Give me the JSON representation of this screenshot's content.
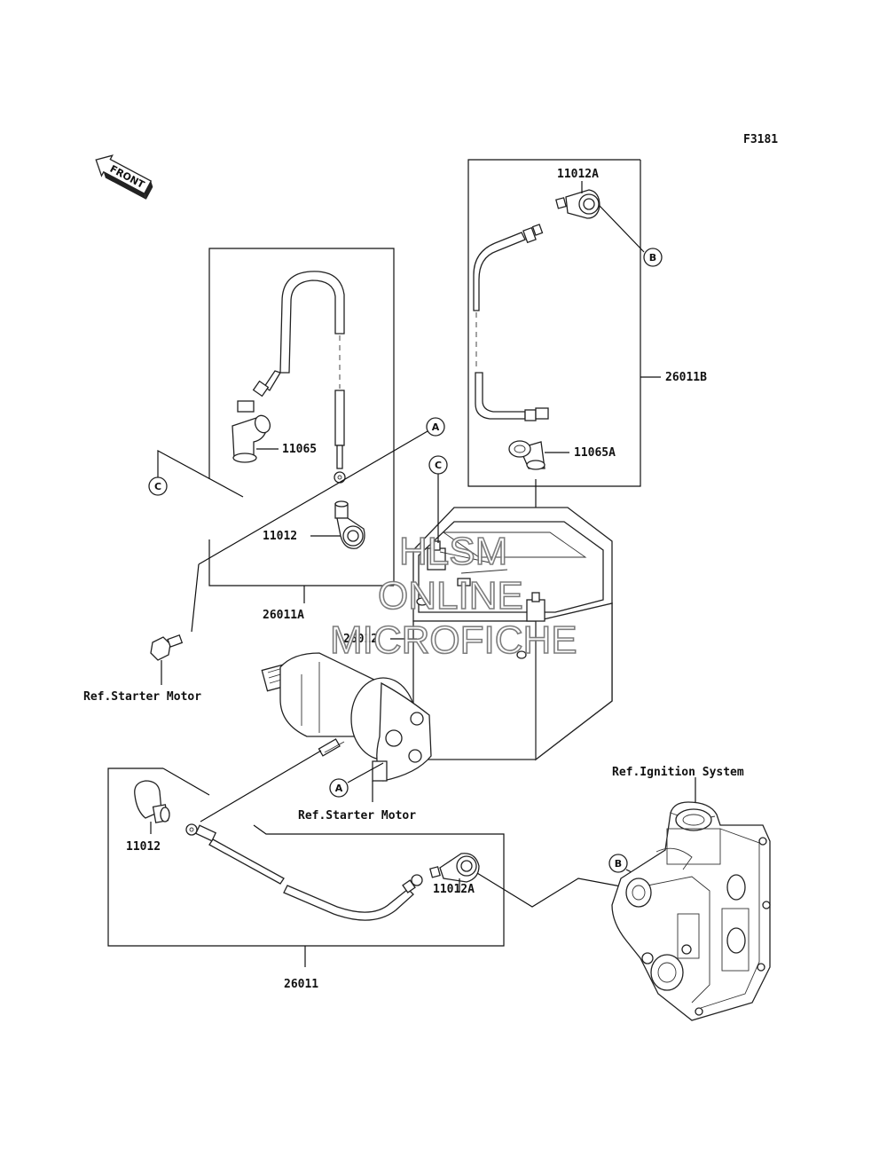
{
  "figure_code": "F3181",
  "front_label": "FRONT",
  "parts": {
    "p11012A_top": "11012A",
    "p26011B": "26011B",
    "p11065A": "11065A",
    "p11065": "11065",
    "p11012": "11012",
    "p26011A": "26011A",
    "p26012": "26012",
    "p11012_bottom": "11012",
    "p11012A_bottom": "11012A",
    "p26011": "26011"
  },
  "references": {
    "starter_motor_left": "Ref.Starter Motor",
    "starter_motor_center": "Ref.Starter Motor",
    "ignition_system": "Ref.Ignition System"
  },
  "callouts": {
    "A_top": "A",
    "B_top": "B",
    "C_left": "C",
    "C_center": "C",
    "A_bottom": "A",
    "B_bottom": "B"
  },
  "watermark": {
    "line1": "HLSM",
    "line2": "ONLINE",
    "line3": "MICROFICHE"
  }
}
